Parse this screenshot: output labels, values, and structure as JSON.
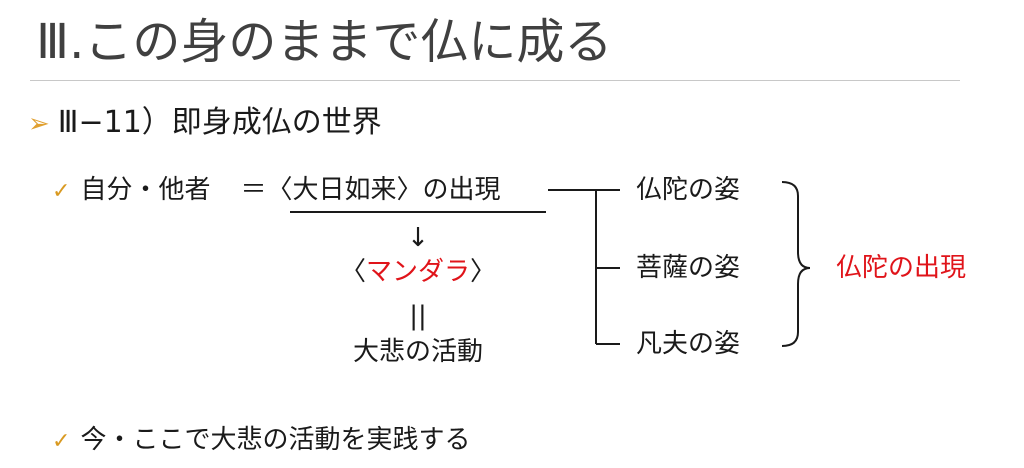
{
  "slide": {
    "title": "Ⅲ.この身のままで仏に成る",
    "subtitle_marker": "➢",
    "subtitle": "Ⅲ−11）即身成仏の世界",
    "bullet_icon": "checkmark-icon",
    "row1": {
      "left": "自分・他者",
      "eq": "＝〈大日如来〉の出現"
    },
    "down_arrow": "↓",
    "mandala_open": "〈",
    "mandala": "マンダラ",
    "mandala_close": "〉",
    "equals_vertical": "||",
    "daihi": "大悲の活動",
    "branches": [
      "仏陀の姿",
      "菩薩の姿",
      "凡夫の姿"
    ],
    "result": "仏陀の出現",
    "bottom_bullet": "今・ここで大悲の活動を実践する"
  },
  "colors": {
    "accent_red": "#e0141a",
    "check_orange": "#d99a22",
    "title_gray": "#404040"
  }
}
